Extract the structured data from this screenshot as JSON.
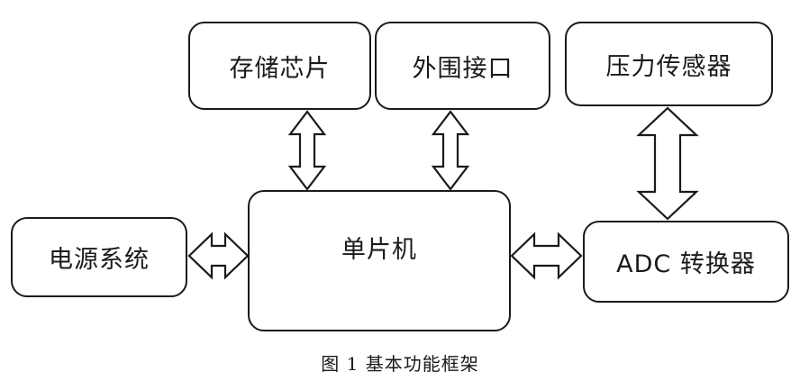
{
  "nodes": {
    "storage": "存储芯片",
    "peripheral": "外围接口",
    "sensor": "压力传感器",
    "mcu": "单片机",
    "power": "电源系统",
    "adc": "ADC 转换器"
  },
  "caption": "图 1 基本功能框架",
  "edges": [
    {
      "from": "storage",
      "to": "mcu",
      "direction": "bidirectional"
    },
    {
      "from": "peripheral",
      "to": "mcu",
      "direction": "bidirectional"
    },
    {
      "from": "sensor",
      "to": "adc",
      "direction": "bidirectional"
    },
    {
      "from": "power",
      "to": "mcu",
      "direction": "bidirectional"
    },
    {
      "from": "mcu",
      "to": "adc",
      "direction": "bidirectional"
    }
  ]
}
